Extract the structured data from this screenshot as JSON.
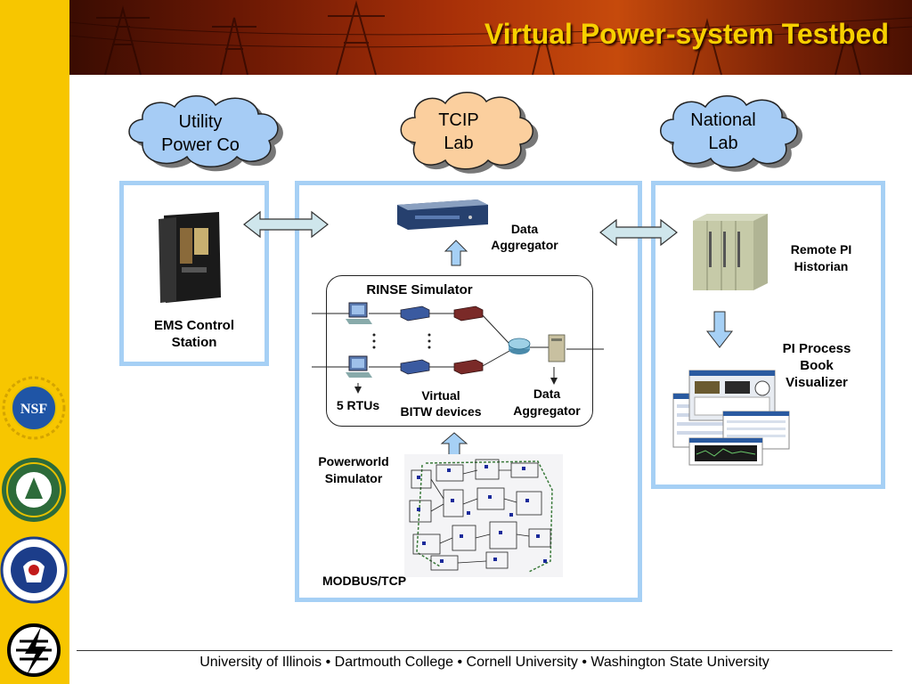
{
  "slide": {
    "title": "Virtual Power-system Testbed",
    "footer": "University of Illinois  •  Dartmouth College  •  Cornell University  •  Washington State University"
  },
  "clouds": {
    "utility": {
      "line1": "Utility",
      "line2": "Power Co",
      "color": "#a6ccf5"
    },
    "tcip": {
      "line1": "TCIP",
      "line2": "Lab",
      "color": "#fbcf9e"
    },
    "national": {
      "line1": "National",
      "line2": "Lab",
      "color": "#a6ccf5"
    }
  },
  "utility_box": {
    "ems_line1": "EMS Control",
    "ems_line2": "Station"
  },
  "tcip_box": {
    "data_aggregator_top_line1": "Data",
    "data_aggregator_top_line2": "Aggregator",
    "rinse_label": "RINSE Simulator",
    "rtus_label": "5 RTUs",
    "bitw_line1": "Virtual",
    "bitw_line2": "BITW devices",
    "data_aggregator_bottom_line1": "Data",
    "data_aggregator_bottom_line2": "Aggregator",
    "powerworld_line1": "Powerworld",
    "powerworld_line2": "Simulator",
    "modbus_label": "MODBUS/TCP"
  },
  "national_box": {
    "historian_line1": "Remote PI",
    "historian_line2": "Historian",
    "visualizer_line1": "PI Process",
    "visualizer_line2": "Book",
    "visualizer_line3": "Visualizer"
  },
  "logos": {
    "nsf": "NSF",
    "nsf_icon": "nsf-logo",
    "doe_icon": "doe-seal",
    "dhs_icon": "dhs-seal",
    "lightning_icon": "lightning-logo"
  },
  "colors": {
    "sidebar": "#f7c600",
    "title": "#f7d000",
    "box_border": "#a6d0f5",
    "arrow_fill": "#cfe6ec"
  }
}
